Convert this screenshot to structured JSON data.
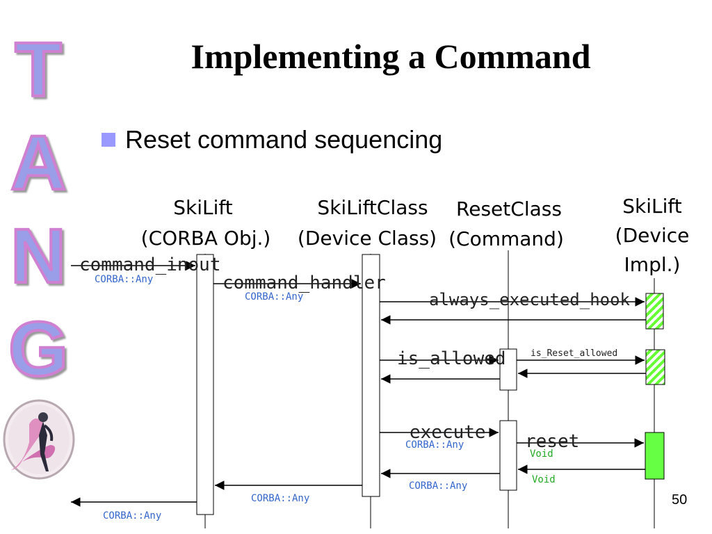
{
  "slide": {
    "title": "Implementing a Command",
    "bullet": "Reset command sequencing",
    "page_number": "50",
    "side_letters": [
      "T",
      "A",
      "N",
      "G"
    ]
  },
  "colors": {
    "bullet": "#9999ff",
    "letter_fill": "#9a9ee8",
    "letter_outline": "#d080d0",
    "any_label": "#3366cc",
    "void_label": "#22aa22",
    "hatched_box": "#66ff33",
    "solid_box": "#66ff44"
  },
  "diagram": {
    "lifelines": [
      {
        "line1": "SkiLift",
        "line2": "(CORBA Obj.)"
      },
      {
        "line1": "SkiLiftClass",
        "line2": "(Device Class)"
      },
      {
        "line1": "ResetClass",
        "line2": "(Command)"
      },
      {
        "line1": "SkiLift",
        "line2": "(Device",
        "line3": "Impl.)"
      }
    ],
    "messages": {
      "command_inout": "command_inout",
      "command_handler": "command_handler",
      "always_executed_hook": "always_executed_hook",
      "is_allowed": "is_allowed",
      "is_reset_allowed": "is_Reset_allowed",
      "execute": "execute",
      "reset": "reset"
    },
    "return_labels": {
      "any_in_1": "CORBA::Any",
      "any_in_2": "CORBA::Any",
      "any_execute": "CORBA::Any",
      "void_1": "Void",
      "void_2": "Void",
      "any_ret_1": "CORBA::Any",
      "any_ret_2": "CORBA::Any",
      "any_ret_3": "CORBA::Any"
    }
  }
}
